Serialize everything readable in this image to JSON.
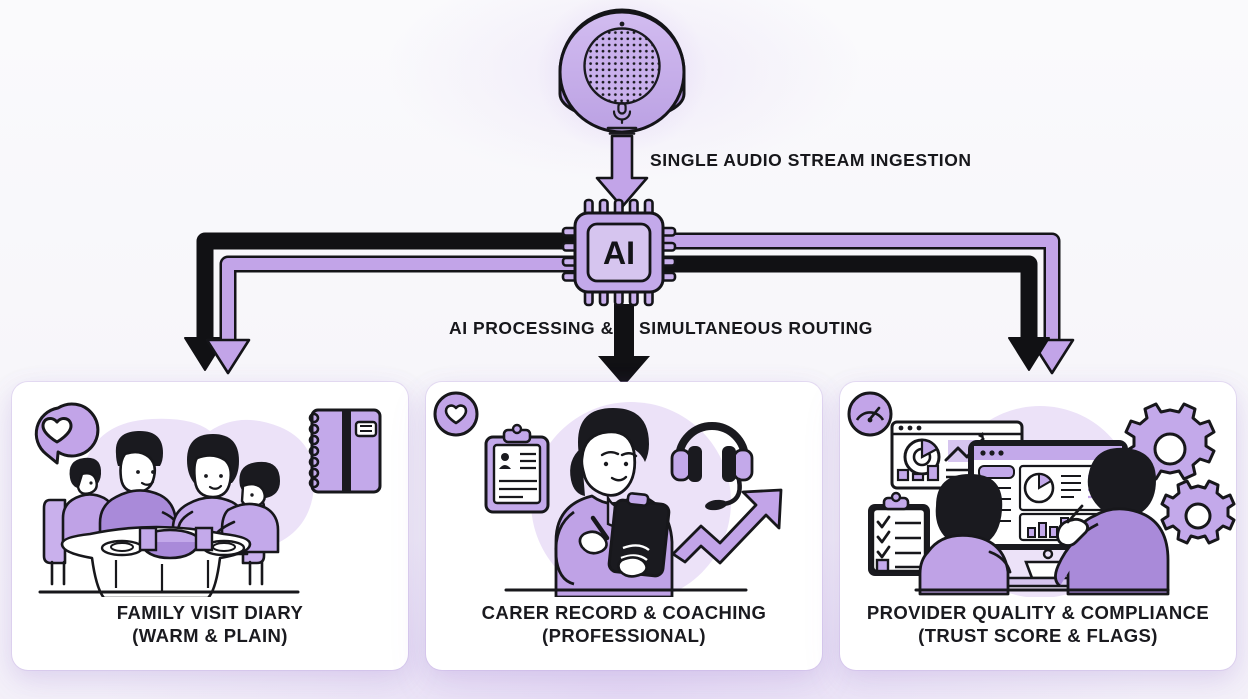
{
  "diagram": {
    "title": "Single audio stream AI processing and simultaneous routing",
    "colors": {
      "purple_fill": "#c2a4e8",
      "purple_light": "#d6c5ef",
      "purple_pale": "#e7dcf7",
      "outline": "#141418",
      "black_pipe": "#111114",
      "background": "#f7f6fa",
      "card_background": "#ffffff",
      "text": "#17171b"
    }
  },
  "source": {
    "device_name": "conference-microphone",
    "icon": "microphone-icon"
  },
  "flow": {
    "ingestion_label": "SINGLE AUDIO STREAM INGESTION",
    "processing_label": "AI PROCESSING &",
    "routing_label": "SIMULTANEOUS ROUTING"
  },
  "processor": {
    "chip_label": "AI",
    "icon": "ai-chip-icon"
  },
  "outputs": [
    {
      "id": "family",
      "title": "FAMILY VISIT DIARY",
      "subtitle": "(WARM & PLAIN)",
      "badge_icon": "heart-speech-bubble-icon",
      "art": "family-dining-illustration",
      "accessory_icon": "spiral-notebook-icon"
    },
    {
      "id": "carer",
      "title": "CARER RECORD & COACHING",
      "subtitle": "(PROFESSIONAL)",
      "badge_icon": "heart-circle-icon",
      "art": "carer-with-clipboard-illustration",
      "accessory_icons": [
        "patient-record-clipboard-icon",
        "headset-icon",
        "growth-arrow-icon"
      ]
    },
    {
      "id": "provider",
      "title": "PROVIDER QUALITY & COMPLIANCE",
      "subtitle": "(TRUST SCORE & FLAGS)",
      "badge_icon": "gauge-circle-icon",
      "art": "analytics-dashboard-illustration",
      "accessory_icons": [
        "checklist-clipboard-icon",
        "gear-icon",
        "chart-window-icon"
      ]
    }
  ]
}
